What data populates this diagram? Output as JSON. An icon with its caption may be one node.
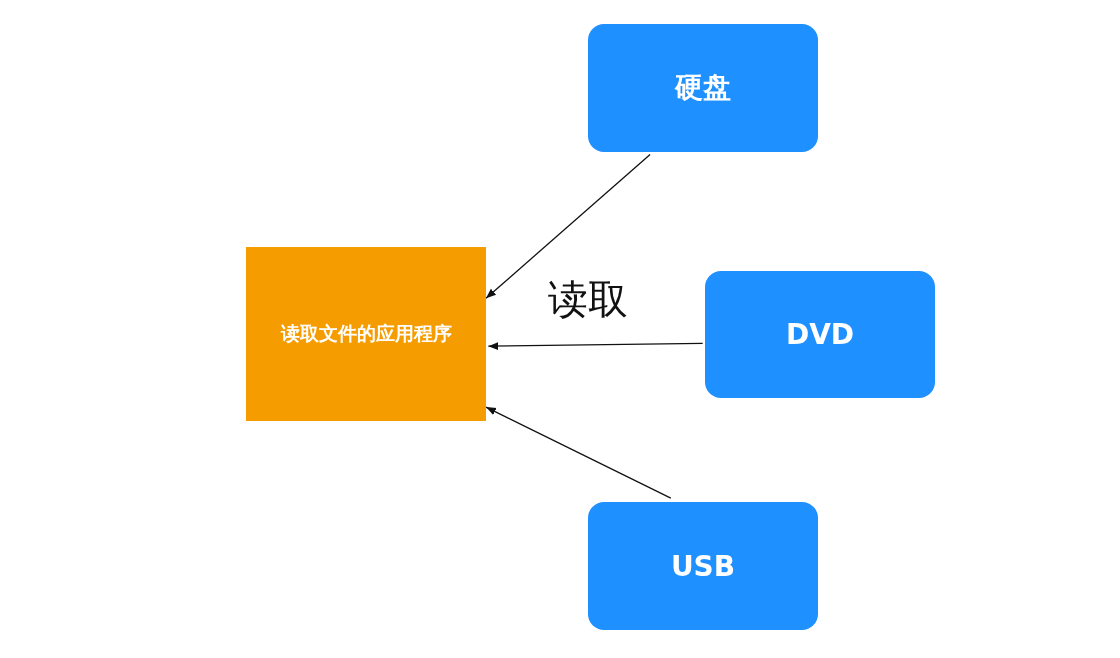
{
  "diagram": {
    "nodes": [
      {
        "text": [
          "读取文件的应用程序"
        ]
      },
      {
        "text": [
          "硬盘"
        ]
      },
      {
        "text": [
          "DVD"
        ]
      },
      {
        "text": [
          "USB"
        ]
      }
    ],
    "edges": [
      {
        "from": 1,
        "to": 0,
        "arrow": "to"
      },
      {
        "from": 2,
        "to": 0,
        "arrow": "to"
      },
      {
        "from": 3,
        "to": 0,
        "arrow": "to"
      }
    ],
    "labels": [
      "读取"
    ]
  }
}
